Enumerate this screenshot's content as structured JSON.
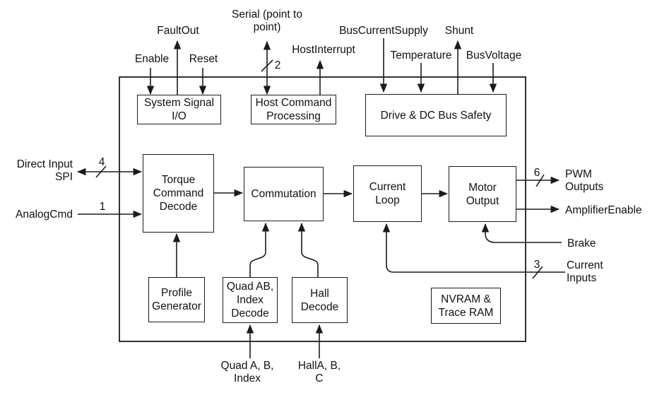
{
  "colors": {
    "line": "#1b1b1b",
    "background": "#ffffff",
    "text": "#111111"
  },
  "boxes": {
    "system_signal_io": "System Signal\nI/O",
    "host_command_processing": "Host Command\nProcessing",
    "drive_dc_bus_safety": "Drive & DC Bus Safety",
    "torque_command_decode": "Torque\nCommand\nDecode",
    "commutation": "Commutation",
    "current_loop": "Current\nLoop",
    "motor_output": "Motor\nOutput",
    "profile_generator": "Profile\nGenerator",
    "quad_ab_index_decode": "Quad AB,\nIndex\nDecode",
    "hall_decode": "Hall\nDecode",
    "nvram_trace_ram": "NVRAM &\nTrace RAM"
  },
  "signals": {
    "fault_out": "FaultOut",
    "enable": "Enable",
    "reset": "Reset",
    "serial": "Serial (point to\npoint)",
    "host_interrupt": "HostInterrupt",
    "bus_current_supply": "BusCurrentSupply",
    "temperature": "Temperature",
    "shunt": "Shunt",
    "bus_voltage": "BusVoltage",
    "direct_input_spi": "Direct Input\nSPI",
    "analog_cmd": "AnalogCmd",
    "pwm_outputs": "PWM\nOutputs",
    "amplifier_enable": "AmplifierEnable",
    "brake": "Brake",
    "current_inputs": "Current\nInputs",
    "quad_abi": "Quad A, B,\nIndex",
    "hall_abc": "HallA, B,\nC"
  },
  "bus_widths": {
    "spi": "4",
    "analog": "1",
    "serial": "2",
    "pwm": "6",
    "current": "3"
  }
}
